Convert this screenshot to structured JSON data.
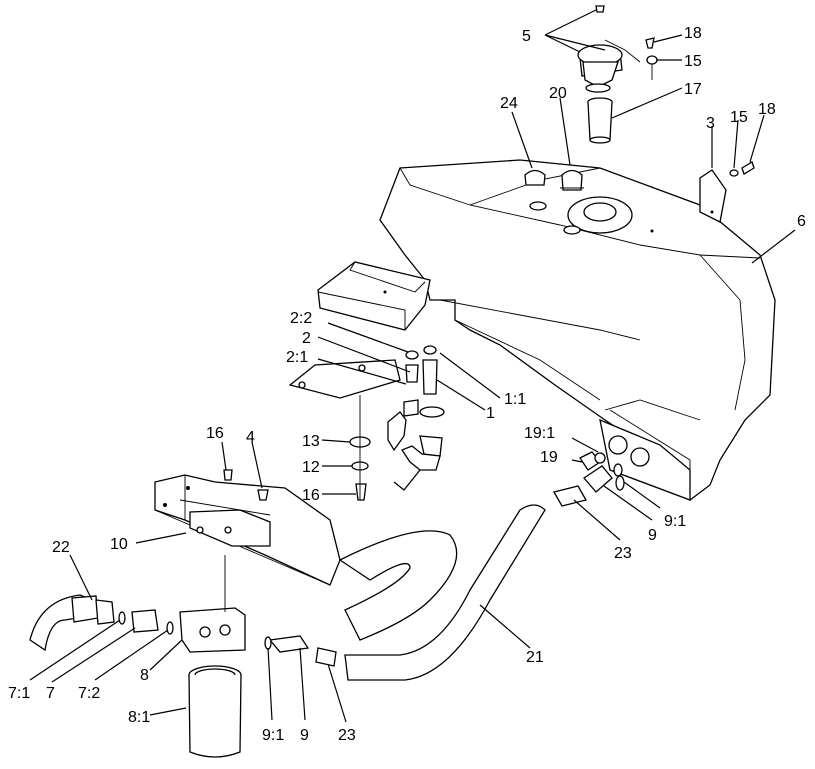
{
  "labels": {
    "l5": "5",
    "l18a": "18",
    "l15a": "15",
    "l17": "17",
    "l24": "24",
    "l20": "20",
    "l3": "3",
    "l15b": "15",
    "l18b": "18",
    "l6": "6",
    "l22": "2:2",
    "l2": "2",
    "l21a": "2:1",
    "l11": "1:1",
    "l1": "1",
    "l13": "13",
    "l12": "12",
    "l16a": "16",
    "l16b": "16",
    "l4": "4",
    "l191": "19:1",
    "l19": "19",
    "l9a": "9",
    "l91a": "9:1",
    "l23a": "23",
    "l10": "10",
    "l22b": "22",
    "l21": "21",
    "l71": "7:1",
    "l7": "7",
    "l72": "7:2",
    "l8": "8",
    "l81": "8:1",
    "l91b": "9:1",
    "l9b": "9",
    "l23b": "23"
  }
}
